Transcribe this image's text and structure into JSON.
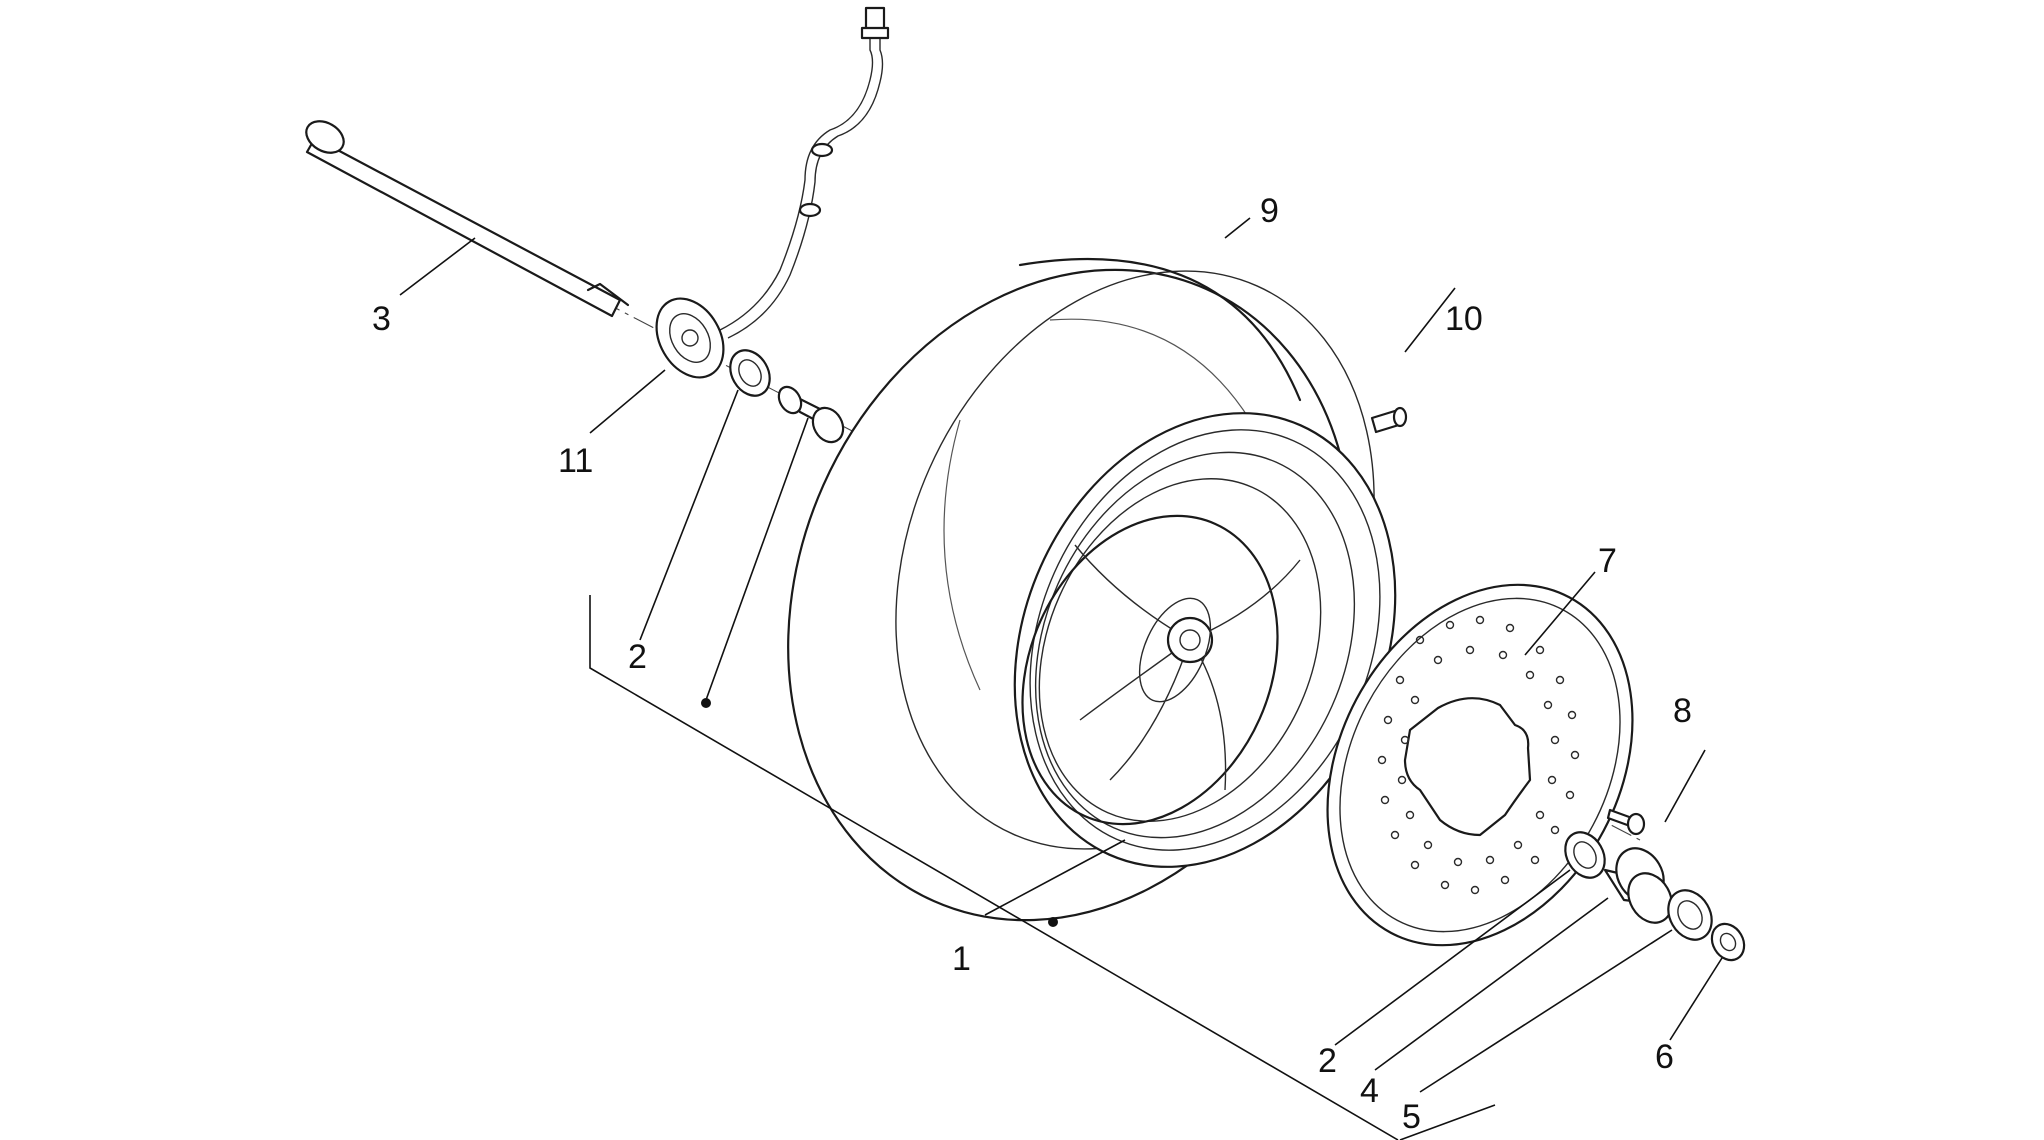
{
  "callouts": {
    "wheel_assembly": "1",
    "bearing_left": "2",
    "bearing_right": "2",
    "axle": "3",
    "spacer": "4",
    "washer": "5",
    "nut": "6",
    "brake_disc": "7",
    "disc_bolt": "8",
    "tyre": "9",
    "valve": "10",
    "speedo_drive": "11"
  }
}
